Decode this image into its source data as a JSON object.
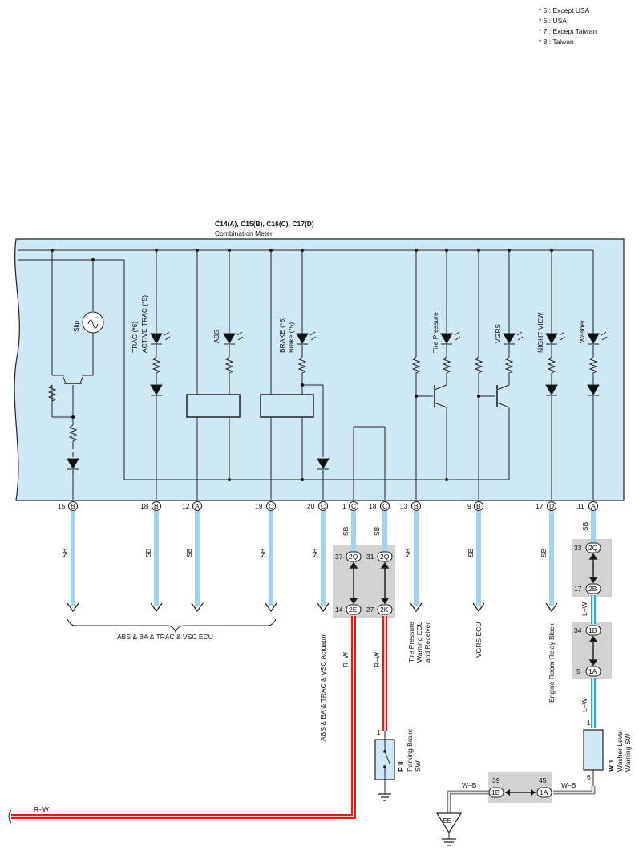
{
  "notes": [
    "* 5 : Except USA",
    "* 6 : USA",
    "* 7 : Except Taiwan",
    "* 8 : Taiwan"
  ],
  "meter": {
    "code": "C14(A), C15(B), C16(C), C17(D)",
    "name": "Combination Meter"
  },
  "lamps": {
    "slip": "Slip",
    "trac1": "TRAC (*6)",
    "trac2": "ACTIVE TRAC (*5)",
    "abs": "ABS",
    "brake1": "BRAKE (*6)",
    "brake2": "Brake (*5)",
    "tire": "Tire Pressure",
    "vgrs": "VGRS",
    "night": "NIGHT VIEW",
    "washer": "Washer"
  },
  "pins": {
    "p15": "15",
    "p15c": "B",
    "p18a": "18",
    "p18ac": "B",
    "p12": "12",
    "p12c": "A",
    "p19": "19",
    "p19c": "C",
    "p20": "20",
    "p20c": "C",
    "p1": "1",
    "p1c": "C",
    "p18b": "18",
    "p18bc": "C",
    "p13": "13",
    "p13c": "B",
    "p9": "9",
    "p9c": "B",
    "p17": "17",
    "p17c": "D",
    "p11": "11",
    "p11c": "A"
  },
  "wires": {
    "sb": "SB",
    "rw": "R–W",
    "lw": "L–W",
    "wb": "W–B"
  },
  "junctions": {
    "j37": "37",
    "j37c": "2Q",
    "j31": "31",
    "j31c": "2Q",
    "j14": "14",
    "j14c": "2E",
    "j27": "27",
    "j27c": "2K",
    "j33": "33",
    "j33c": "2Q",
    "j17": "17",
    "j17c": "2B",
    "j34": "34",
    "j34c": "1B",
    "j5": "5",
    "j5c": "1A",
    "j39": "39",
    "j39c": "1B",
    "j45": "45",
    "j45c": "1A"
  },
  "destinations": {
    "abs_ecu": "ABS & BA & TRAC & VSC ECU",
    "actuator": "ABS & BA & TRAC & VSC Actuator",
    "tire_ecu_1": "Tire Pressure",
    "tire_ecu_2": "Warning ECU",
    "tire_ecu_3": "and Receiver",
    "vgrs_ecu": "VGRS ECU",
    "relay": "Engine Room Relay Block"
  },
  "parking": {
    "code": "P 8",
    "name1": "Parking Brake",
    "name2": "SW",
    "pin": "1"
  },
  "washer_sw": {
    "code": "W 1",
    "name1": "Washer Level",
    "name2": "Warning SW",
    "pin_top": "1",
    "pin_bottom": "6"
  },
  "ground": "EE",
  "colors": {
    "meter_fill": "#cfe8f6",
    "sb_wire": "#9fd3ee",
    "red_wire": "#e01b1b",
    "blue_wire": "#2fa7e0",
    "connector_box": "#d2d2d2"
  }
}
